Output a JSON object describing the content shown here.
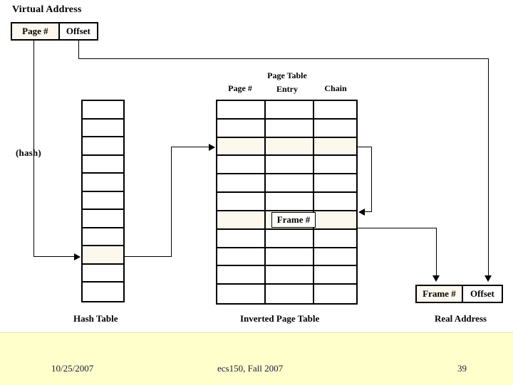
{
  "slide": {
    "title_virtual_address": "Virtual Address",
    "hash_label": "(hash)",
    "frame_tag": "Frame #",
    "captions": {
      "hash_table": "Hash Table",
      "inverted_page_table": "Inverted Page Table",
      "real_address": "Real Address"
    },
    "virtual_address": {
      "cells": [
        {
          "label": "Page #",
          "highlighted": true
        },
        {
          "label": "Offset",
          "highlighted": false
        }
      ]
    },
    "real_address": {
      "cells": [
        {
          "label": "Frame #",
          "highlighted": true
        },
        {
          "label": "Offset",
          "highlighted": false
        }
      ]
    },
    "page_table_headers": {
      "page_no": "Page #",
      "entry_line1": "Page Table",
      "entry_line2": "Entry",
      "chain": "Chain"
    },
    "hash_table": {
      "row_count": 11,
      "highlighted_rows": [
        9
      ]
    },
    "inverted_page_table": {
      "row_count": 11,
      "column_count": 3,
      "highlighted_rows": [
        3,
        7
      ]
    },
    "colors": {
      "highlight": "#fdf8ee",
      "stroke": "#000000",
      "footer_background": "#ffffcc",
      "background": "#ffffff"
    }
  },
  "footer": {
    "date": "10/25/2007",
    "course": "ecs150, Fall 2007",
    "page_number": "39"
  }
}
